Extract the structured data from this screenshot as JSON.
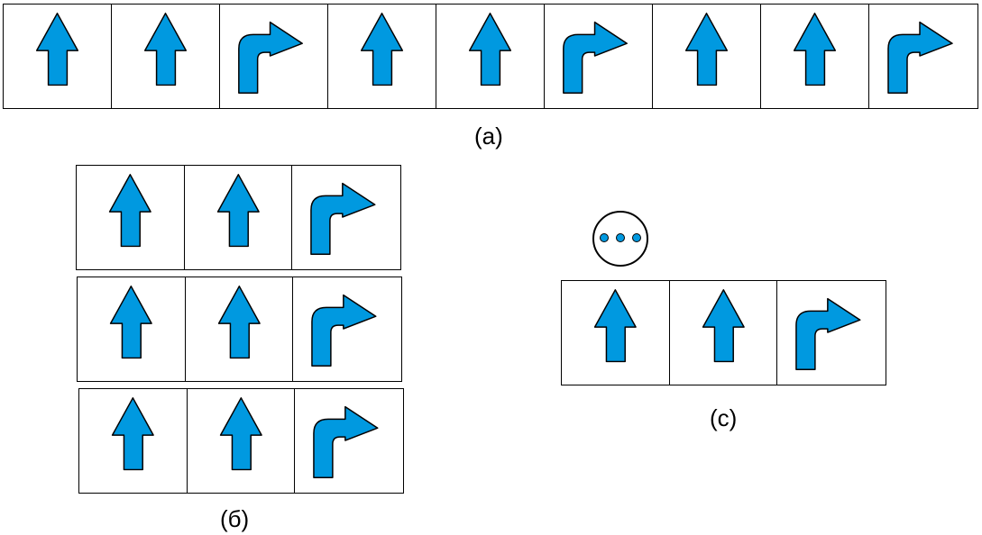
{
  "colors": {
    "arrow_fill": "#0099E0",
    "stroke": "#000000"
  },
  "sequence_a": {
    "commands": [
      "forward",
      "forward",
      "turn-right",
      "forward",
      "forward",
      "turn-right",
      "forward",
      "forward",
      "turn-right"
    ],
    "caption": "(a)"
  },
  "sequence_b": {
    "rows": [
      [
        "forward",
        "forward",
        "turn-right"
      ],
      [
        "forward",
        "forward",
        "turn-right"
      ],
      [
        "forward",
        "forward",
        "turn-right"
      ]
    ],
    "caption": "(б)"
  },
  "sequence_c": {
    "commands": [
      "forward",
      "forward",
      "turn-right"
    ],
    "caption": "(c)",
    "repeat_icon": "ellipsis-circle-icon"
  }
}
